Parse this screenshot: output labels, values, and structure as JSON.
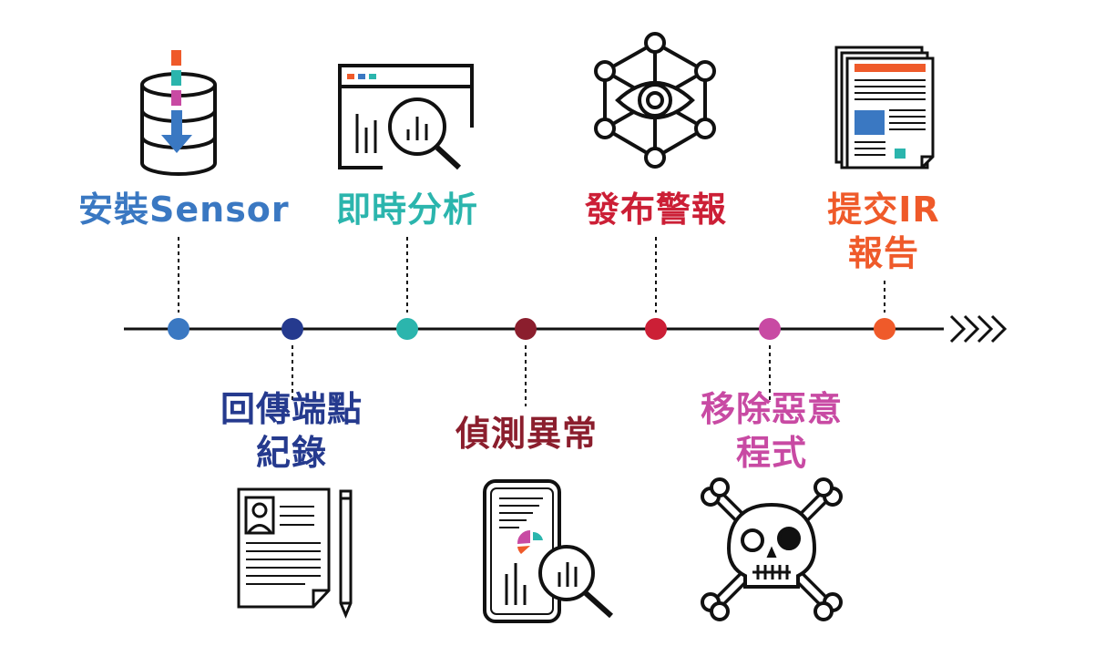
{
  "colors": {
    "line": "#111111",
    "icon_stroke": "#111111",
    "blue": "#3a78c2",
    "navy": "#253a8e",
    "teal": "#2bb5ad",
    "maroon": "#8b1e2d",
    "crimson": "#cc1f36",
    "magenta": "#c84aa3",
    "orange": "#ef5a2a"
  },
  "steps": [
    {
      "label": "安裝Sensor",
      "color": "#3a78c2",
      "position": "above",
      "icon": "database-download-icon"
    },
    {
      "label": [
        "回傳端點",
        "紀錄"
      ],
      "color": "#253a8e",
      "position": "below",
      "icon": "profile-document-pencil-icon"
    },
    {
      "label": "即時分析",
      "color": "#2bb5ad",
      "position": "above",
      "icon": "browser-analytics-magnifier-icon"
    },
    {
      "label": "偵測異常",
      "color": "#8b1e2d",
      "position": "below",
      "icon": "mobile-chart-magnifier-icon"
    },
    {
      "label": "發布警報",
      "color": "#cc1f36",
      "position": "above",
      "icon": "eye-network-icon"
    },
    {
      "label": [
        "移除惡意",
        "程式"
      ],
      "color": "#c84aa3",
      "position": "below",
      "icon": "skull-crossbones-icon"
    },
    {
      "label": [
        "提交IR",
        "報告"
      ],
      "color": "#ef5a2a",
      "position": "above",
      "icon": "newspaper-report-icon"
    }
  ],
  "arrow_icon": "chevrons-right-icon"
}
